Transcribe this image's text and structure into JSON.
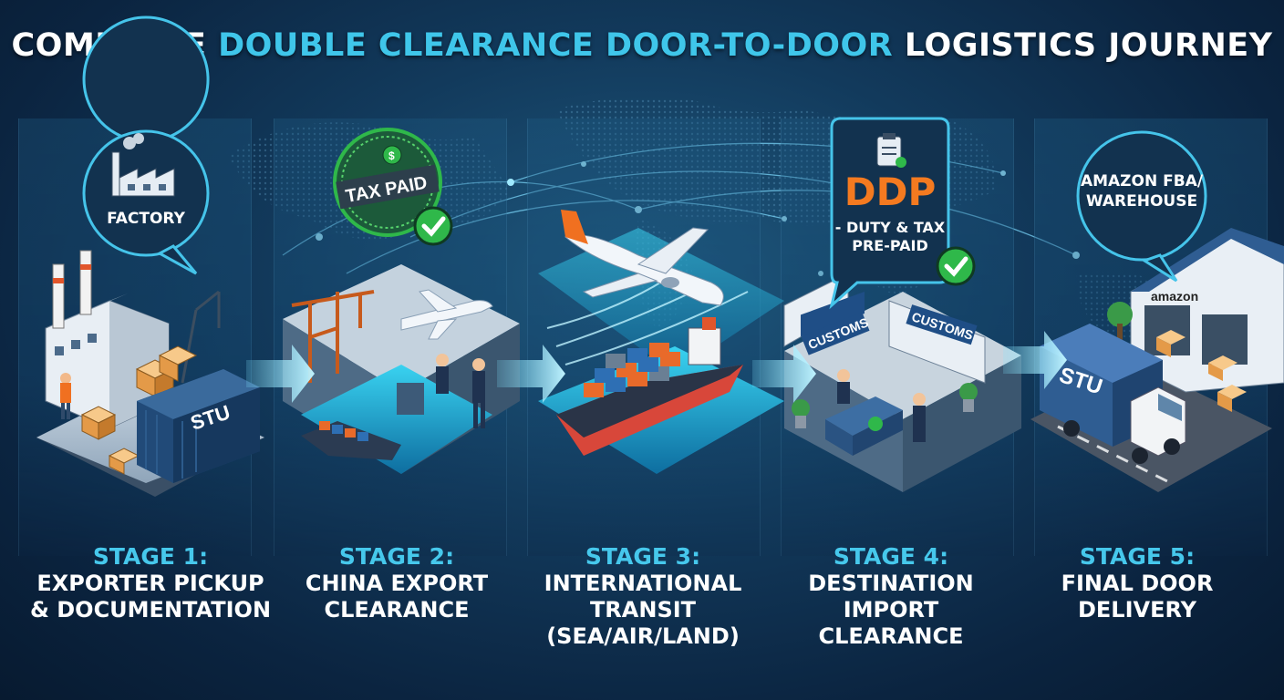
{
  "title": {
    "part1": "COMPLETE ",
    "highlight": "DOUBLE CLEARANCE DOOR-TO-DOOR",
    "part2": " LOGISTICS JOURNEY"
  },
  "colors": {
    "accent": "#3fc6ea",
    "background": "#0f3354",
    "check_green": "#2fb84a",
    "ddp_orange": "#f47a20"
  },
  "stages": [
    {
      "number": "STAGE 1:",
      "line1": "EXPORTER PICKUP",
      "line2": "& DOCUMENTATION",
      "line3": ""
    },
    {
      "number": "STAGE 2:",
      "line1": "CHINA EXPORT",
      "line2": "CLEARANCE",
      "line3": ""
    },
    {
      "number": "STAGE 3:",
      "line1": "INTERNATIONAL",
      "line2": "TRANSIT",
      "line3": "(SEA/AIR/LAND)"
    },
    {
      "number": "STAGE 4:",
      "line1": "DESTINATION",
      "line2": "IMPORT CLEARANCE",
      "line3": ""
    },
    {
      "number": "STAGE 5:",
      "line1": "FINAL DOOR",
      "line2": "DELIVERY",
      "line3": ""
    }
  ],
  "bubbles": {
    "factory": "FACTORY",
    "tax_paid": "TAX PAID",
    "ddp_title": "DDP",
    "ddp_line1": "- DUTY & TAX",
    "ddp_line2": "PRE-PAID",
    "amazon_line1": "AMAZON FBA/",
    "amazon_line2": "WAREHOUSE"
  },
  "signs": {
    "customs": "CUSTOMS",
    "container_brand": "STU",
    "truck_brand": "STU",
    "amazon": "amazon",
    "tax_symbol": "$"
  },
  "icons": [
    "factory-icon",
    "money-bag-icon",
    "check-icon",
    "clipboard-icon",
    "airplane-icon",
    "cargo-ship-icon",
    "truck-icon",
    "warehouse-icon",
    "arrow-right-icon"
  ]
}
